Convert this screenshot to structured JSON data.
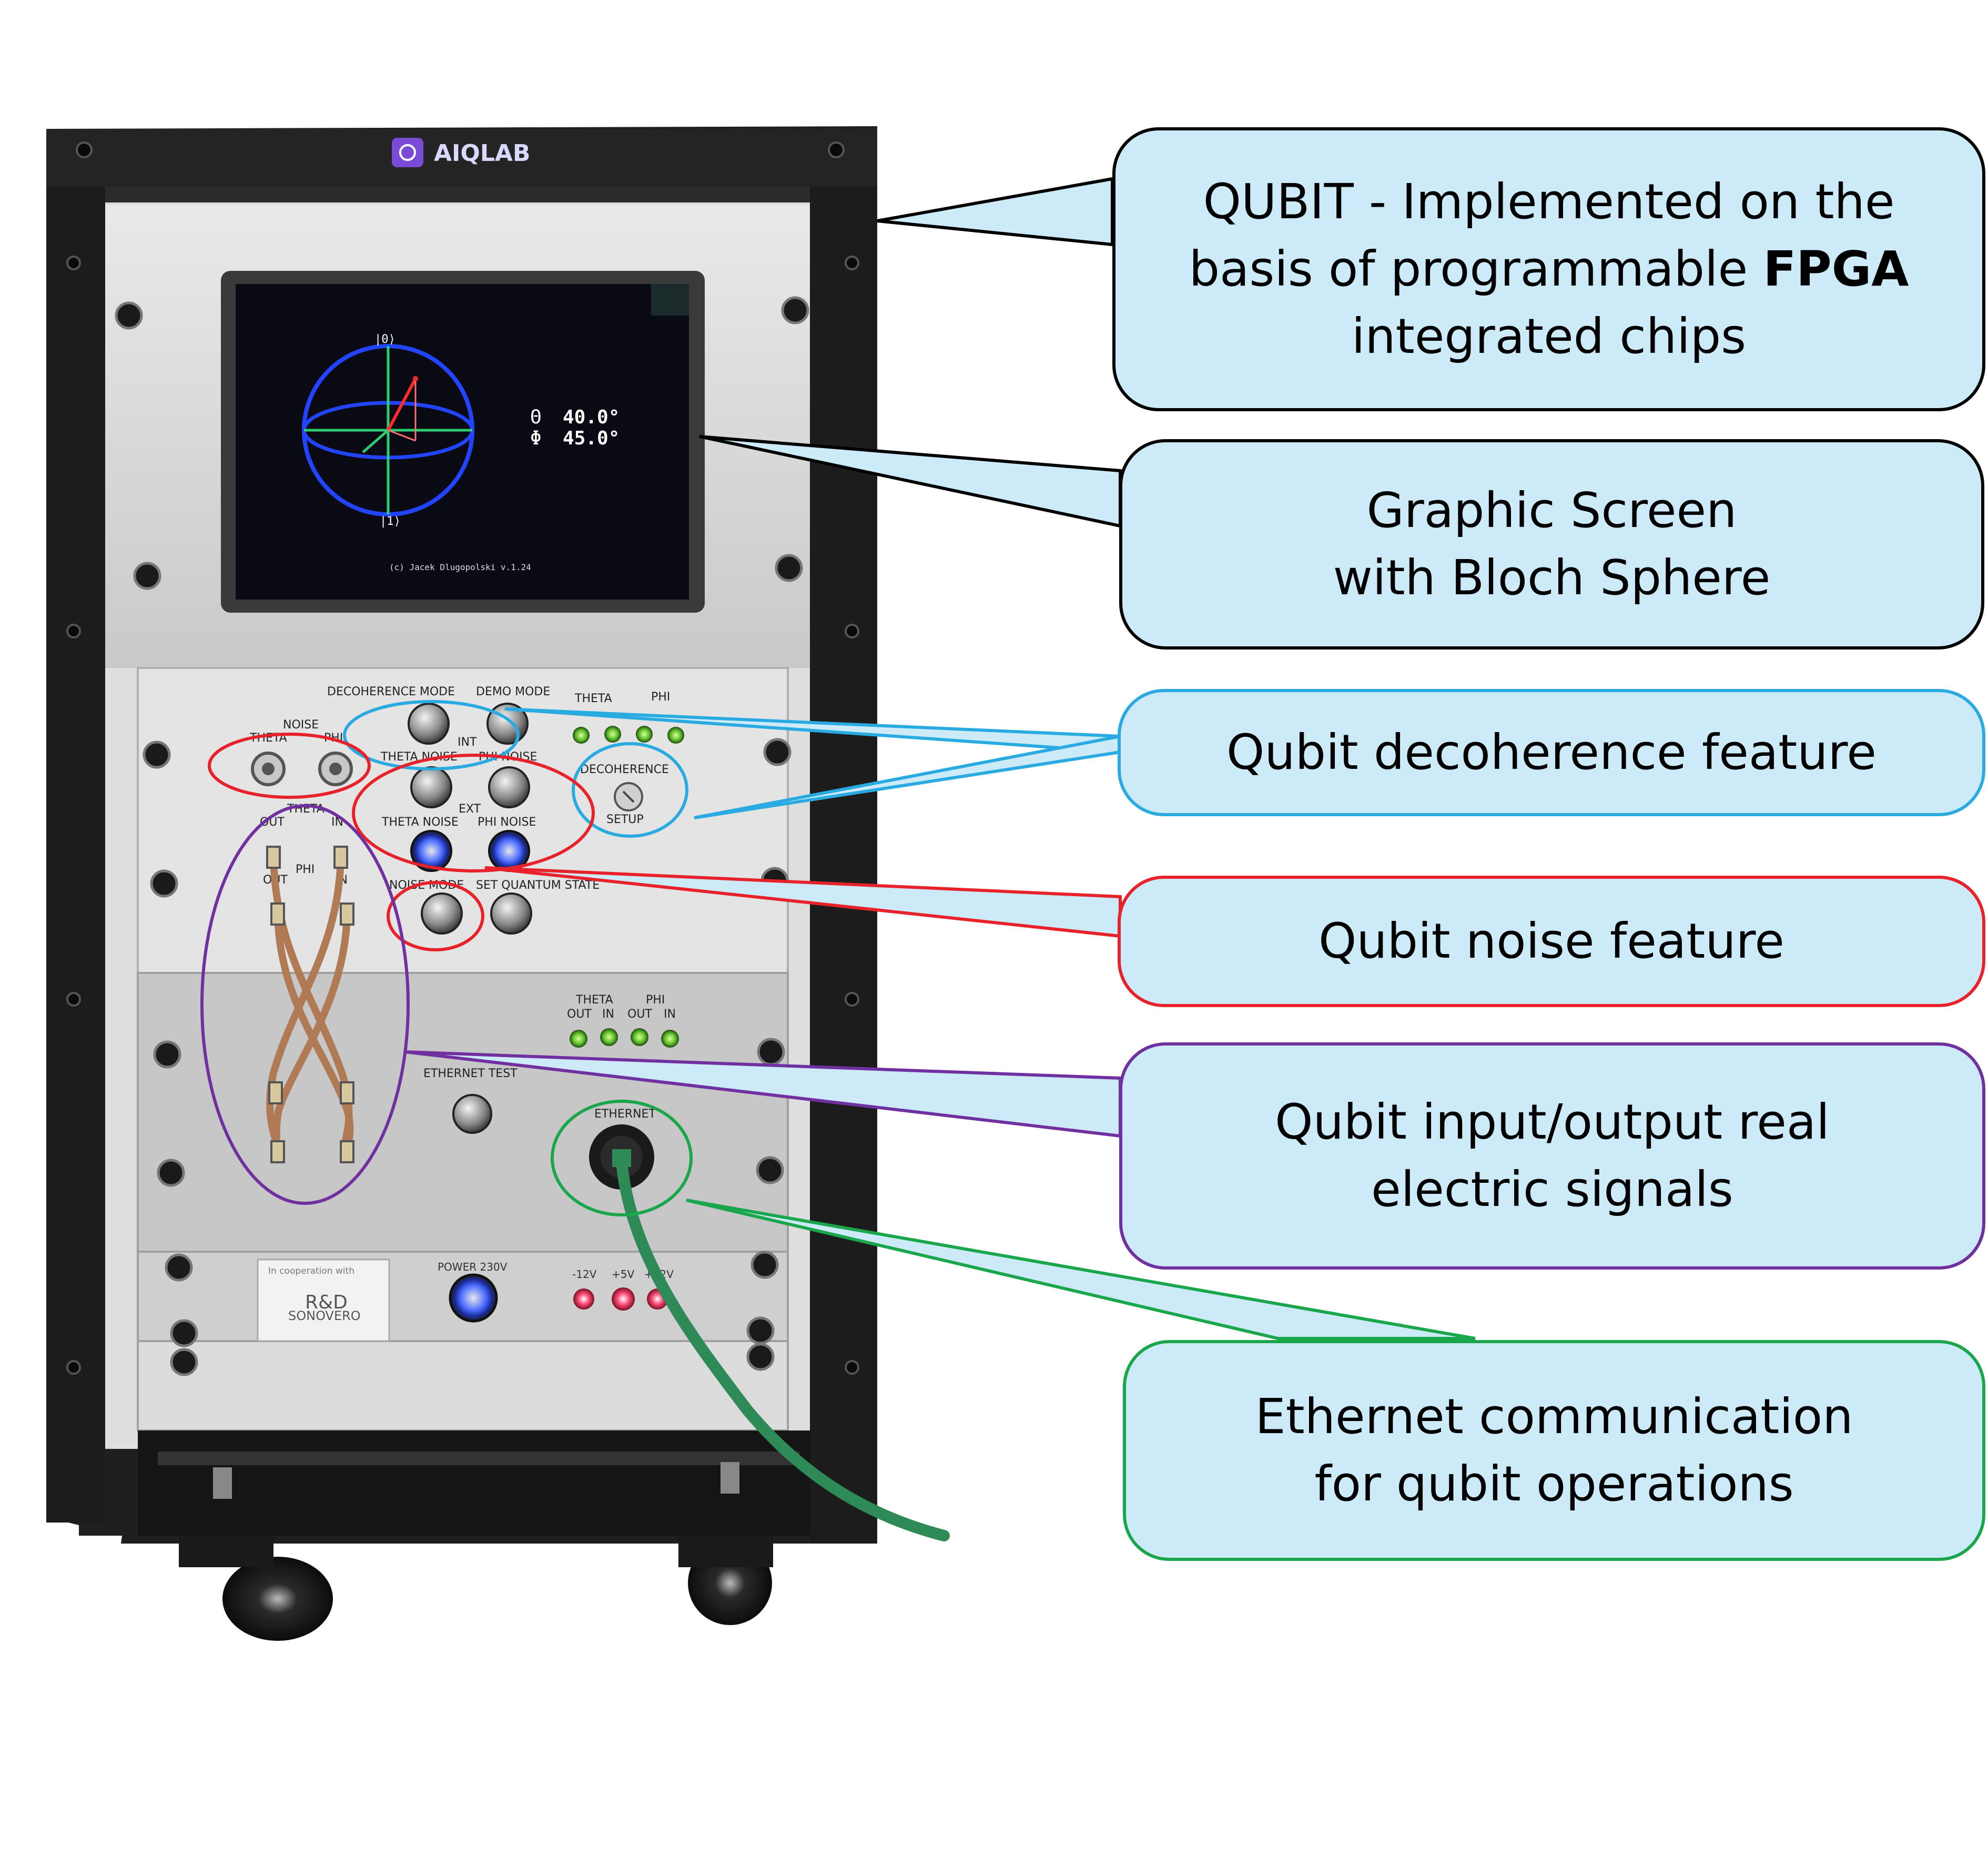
{
  "device": {
    "logo_text": "AIQLAB",
    "screen": {
      "ket0": "|0⟩",
      "ket1": "|1⟩",
      "theta_symbol": "Θ",
      "phi_symbol": "Φ",
      "theta_value": "40.0°",
      "phi_value": "45.0°",
      "credit": "(c) Jacek Dlugopolski  v.1.24"
    },
    "panel_labels": {
      "noise": "NOISE",
      "theta": "THETA",
      "phi": "PHI",
      "decoherence_mode": "DECOHERENCE MODE",
      "demo_mode": "DEMO MODE",
      "int": "INT",
      "ext": "EXT",
      "theta_noise": "THETA NOISE",
      "phi_noise": "PHI NOISE",
      "decoherence": "DECOHERENCE",
      "setup": "SETUP",
      "noise_mode": "NOISE MODE",
      "set_quantum_state": "SET QUANTUM STATE",
      "out": "OUT",
      "in": "IN",
      "ethernet_test": "ETHERNET TEST",
      "ethernet": "ETHERNET",
      "in_cooperation_with": "In cooperation with",
      "rd": "R&D",
      "sonovero": "SONOVERO",
      "power": "POWER 230V",
      "minus12v": "-12V",
      "plus5v": "+5V",
      "plus12v": "+12V"
    }
  },
  "callouts": [
    {
      "id": "fpga",
      "text_before": "QUBIT - Implemented on the\nbasis of programmable ",
      "bold": "FPGA",
      "text_after": "\nintegrated chips",
      "border": "#000000"
    },
    {
      "id": "screen",
      "text": "Graphic Screen\nwith Bloch Sphere",
      "border": "#000000"
    },
    {
      "id": "decoherence",
      "text": "Qubit decoherence feature",
      "border": "#29abe2"
    },
    {
      "id": "noise",
      "text": "Qubit noise feature",
      "border": "#e8222a"
    },
    {
      "id": "signals",
      "text": "Qubit input/output real\nelectric signals",
      "border": "#7030a0"
    },
    {
      "id": "ethernet",
      "text": "Ethernet communication\nfor qubit operations",
      "border": "#1aa64b"
    }
  ],
  "colors": {
    "callout_fill": "#cdeaf8",
    "rack_frame": "#1e1e1e",
    "screen_bg": "#0a0a14",
    "sphere": "#2244ff",
    "ethernet_cable": "#2e8b57"
  }
}
